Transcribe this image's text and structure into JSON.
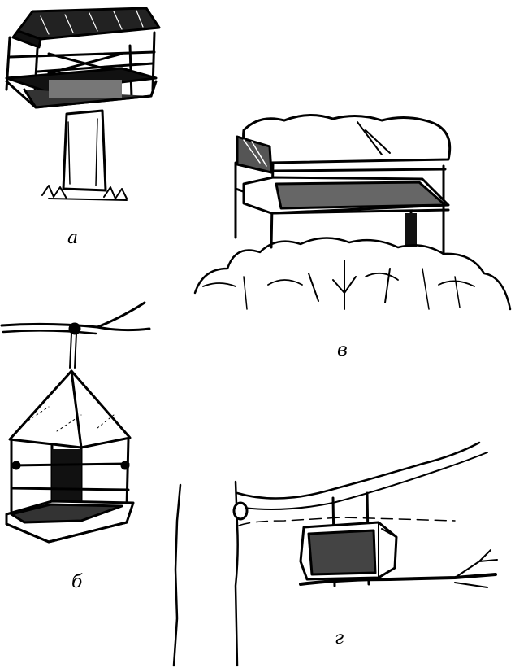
{
  "captions": {
    "a": "а",
    "b": "б",
    "v": "в",
    "g": "г"
  },
  "ink_color": "#000000",
  "paper_color": "#ffffff"
}
